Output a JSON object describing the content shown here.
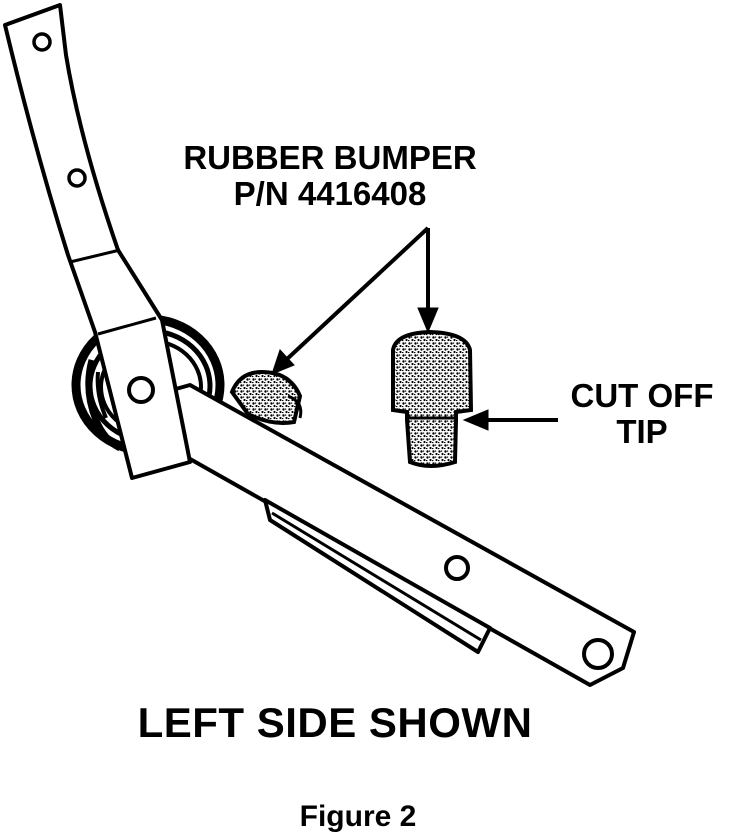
{
  "labels": {
    "rubber_bumper": "RUBBER BUMPER",
    "part_number": "P/N 4416408",
    "cut_off": "CUT OFF",
    "tip": "TIP",
    "left_side": "LEFT SIDE SHOWN",
    "figure": "Figure 2"
  },
  "colors": {
    "ink": "#000000",
    "paper": "#ffffff"
  }
}
